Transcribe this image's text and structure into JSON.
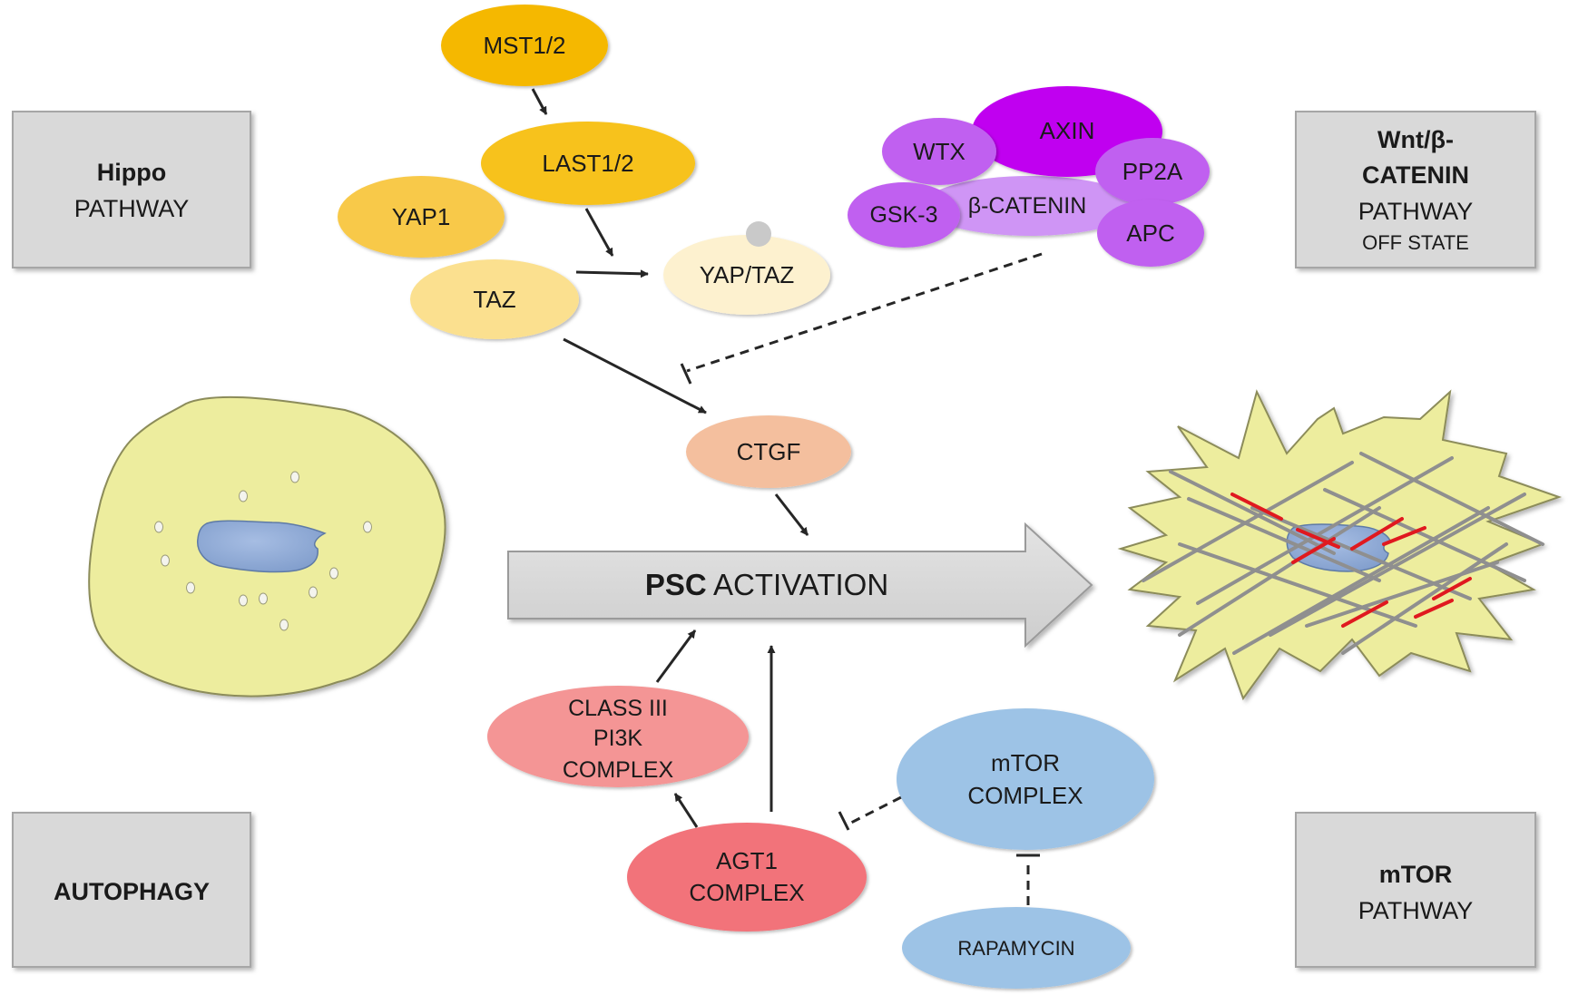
{
  "pathways": {
    "hippo": {
      "bold": "Hippo",
      "normal": "PATHWAY"
    },
    "wnt": {
      "line1": "Wnt/β-",
      "line2": "CATENIN",
      "line3": "PATHWAY",
      "line4": "OFF STATE"
    },
    "autophagy": {
      "bold": "AUTOPHAGY"
    },
    "mtor": {
      "bold": "mTOR",
      "normal": "PATHWAY"
    }
  },
  "hippo_nodes": {
    "mst": "MST1/2",
    "last": "LAST1/2",
    "yap1": "YAP1",
    "taz": "TAZ",
    "yaptaz": "YAP/TAZ"
  },
  "wnt_nodes": {
    "axin": "AXIN",
    "wtx": "WTX",
    "pp2a": "PP2A",
    "gsk3": "GSK-3",
    "bcatenin": "β-CATENIN",
    "apc": "APC"
  },
  "ctgf": "CTGF",
  "activation": {
    "bold": "PSC",
    "normal": " ACTIVATION"
  },
  "autophagy_nodes": {
    "class3": [
      "CLASS III",
      "PI3K",
      "COMPLEX"
    ],
    "agt1": [
      "AGT1",
      "COMPLEX"
    ]
  },
  "mtor_nodes": {
    "mtor_complex": [
      "mTOR",
      "COMPLEX"
    ],
    "rapamycin": "RAPAMYCIN"
  },
  "colors": {
    "hippo_dark": "#f5b800",
    "hippo_mid": "#f8c94a",
    "hippo_light": "#fbe08f",
    "hippo_pale": "#fdf1cf",
    "wnt_dark": "#c000f0",
    "wnt_mid": "#c060f0",
    "wnt_light": "#cf95f5",
    "ctgf": "#f4bf9e",
    "class3": "#f49595",
    "agt1": "#f2737a",
    "mtor": "#9dc3e6",
    "box": "#d9d9d9",
    "cell": "#eded9e",
    "nucleus": "#8eaad6",
    "fiber": "#8f8f8f",
    "fiber_red": "#e0191f"
  }
}
